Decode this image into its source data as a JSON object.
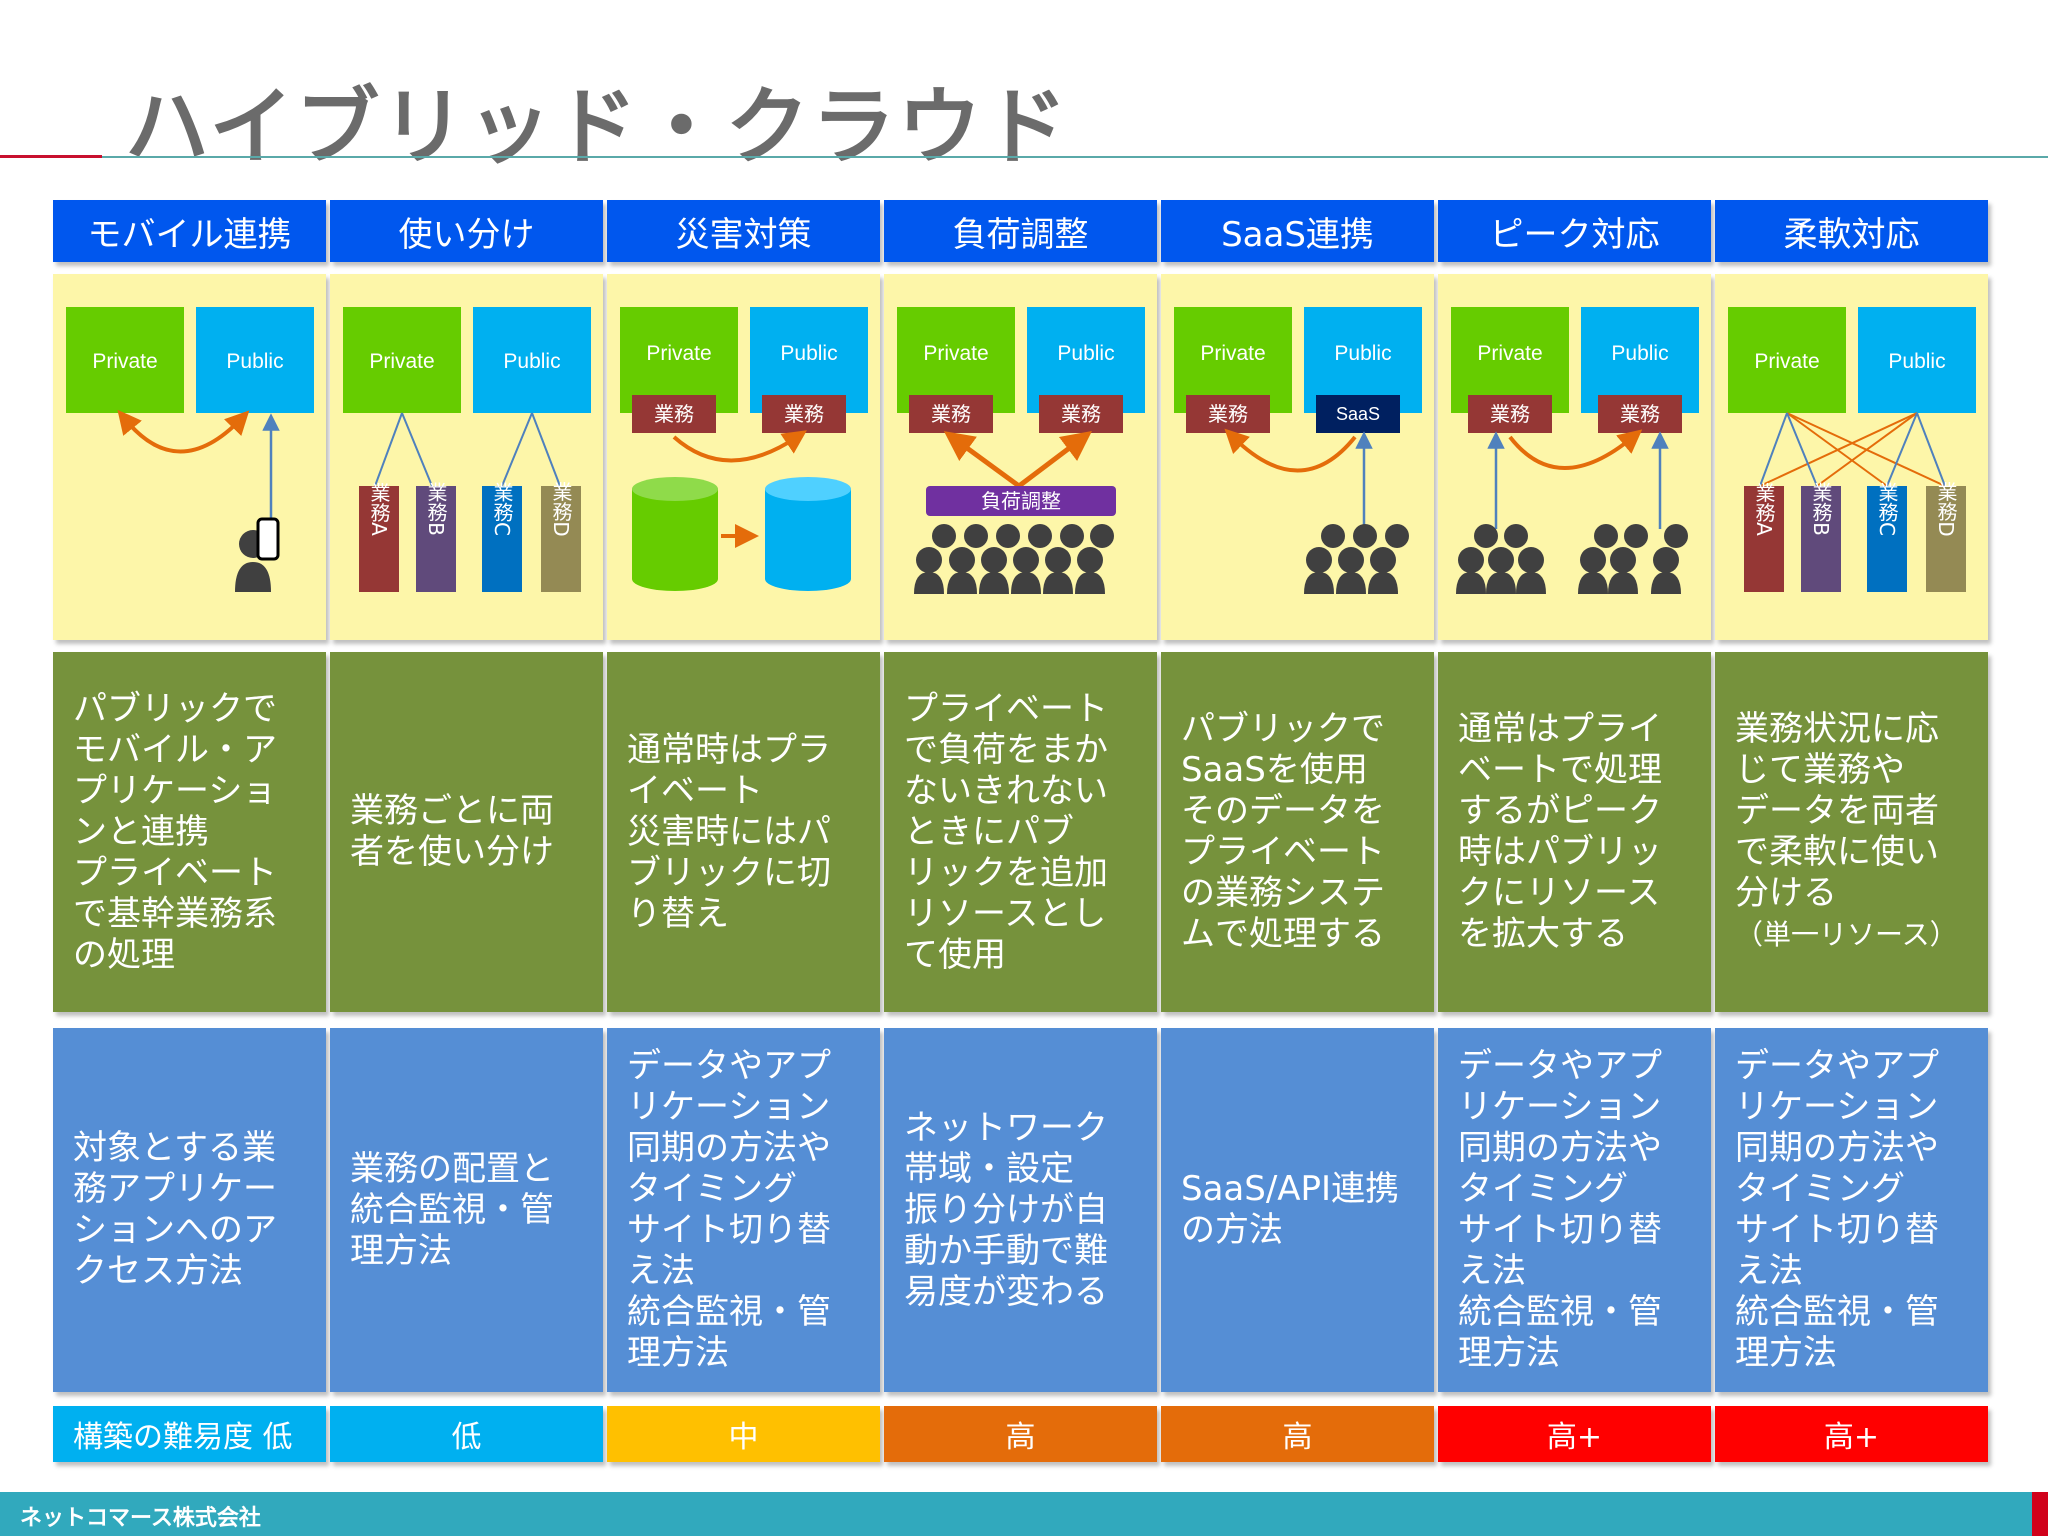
{
  "title": "ハイブリッド・クラウド",
  "footer": "ネットコマース株式会社",
  "labels": {
    "private": "Private",
    "public": "Public",
    "gyomu": "業務",
    "saas": "SaaS",
    "fuka": "負荷調整",
    "gA": "業務A",
    "gB": "業務B",
    "gC": "業務C",
    "gD": "業務D"
  },
  "columns": [
    {
      "header": "モバイル連携",
      "desc": "パブリックで\nモバイル・ア\nプリケーショ\nンと連携\nプライベート\nで基幹業務系\nの処理",
      "issue": "対象とする業\n務アプリケー\nションへのア\nクセス方法",
      "difficulty": "構築の難易度 低",
      "diff_color": "#00b0f0"
    },
    {
      "header": "使い分け",
      "desc": "業務ごとに両\n者を使い分け",
      "issue": "業務の配置と\n統合監視・管\n理方法",
      "difficulty": "低",
      "diff_color": "#00b0f0"
    },
    {
      "header": "災害対策",
      "desc": "通常時はプラ\nイベート\n災害時にはパ\nブリックに切\nり替え",
      "issue": "データやアプ\nリケーション\n同期の方法や\nタイミング\nサイト切り替\nえ法\n統合監視・管\n理方法",
      "difficulty": "中",
      "diff_color": "#ffc000"
    },
    {
      "header": "負荷調整",
      "desc": "プライベート\nで負荷をまか\nないきれない\nときにパブ\nリックを追加\nリソースとし\nて使用",
      "issue": "ネットワーク\n帯域・設定\n振り分けが自\n動か手動で難\n易度が変わる",
      "difficulty": "高",
      "diff_color": "#e46c0a"
    },
    {
      "header": "SaaS連携",
      "desc": "パブリックで\nSaaSを使用\nそのデータを\nプライベート\nの業務システ\nムで処理する",
      "issue": "SaaS/API連携\nの方法",
      "difficulty": "高",
      "diff_color": "#e46c0a"
    },
    {
      "header": "ピーク対応",
      "desc": "通常はプライ\nベートで処理\nするがピーク\n時はパブリッ\nクにリソース\nを拡大する",
      "issue": "データやアプ\nリケーション\n同期の方法や\nタイミング\nサイト切り替\nえ法\n統合監視・管\n理方法",
      "difficulty": "高+",
      "diff_color": "#ff0000"
    },
    {
      "header": "柔軟対応",
      "desc": "業務状況に応\nじて業務や\nデータを両者\nで柔軟に使い\n分ける",
      "desc_note": "（単一リソース）",
      "issue": "データやアプ\nリケーション\n同期の方法や\nタイミング\nサイト切り替\nえ法\n統合監視・管\n理方法",
      "difficulty": "高+",
      "diff_color": "#ff0000"
    }
  ]
}
